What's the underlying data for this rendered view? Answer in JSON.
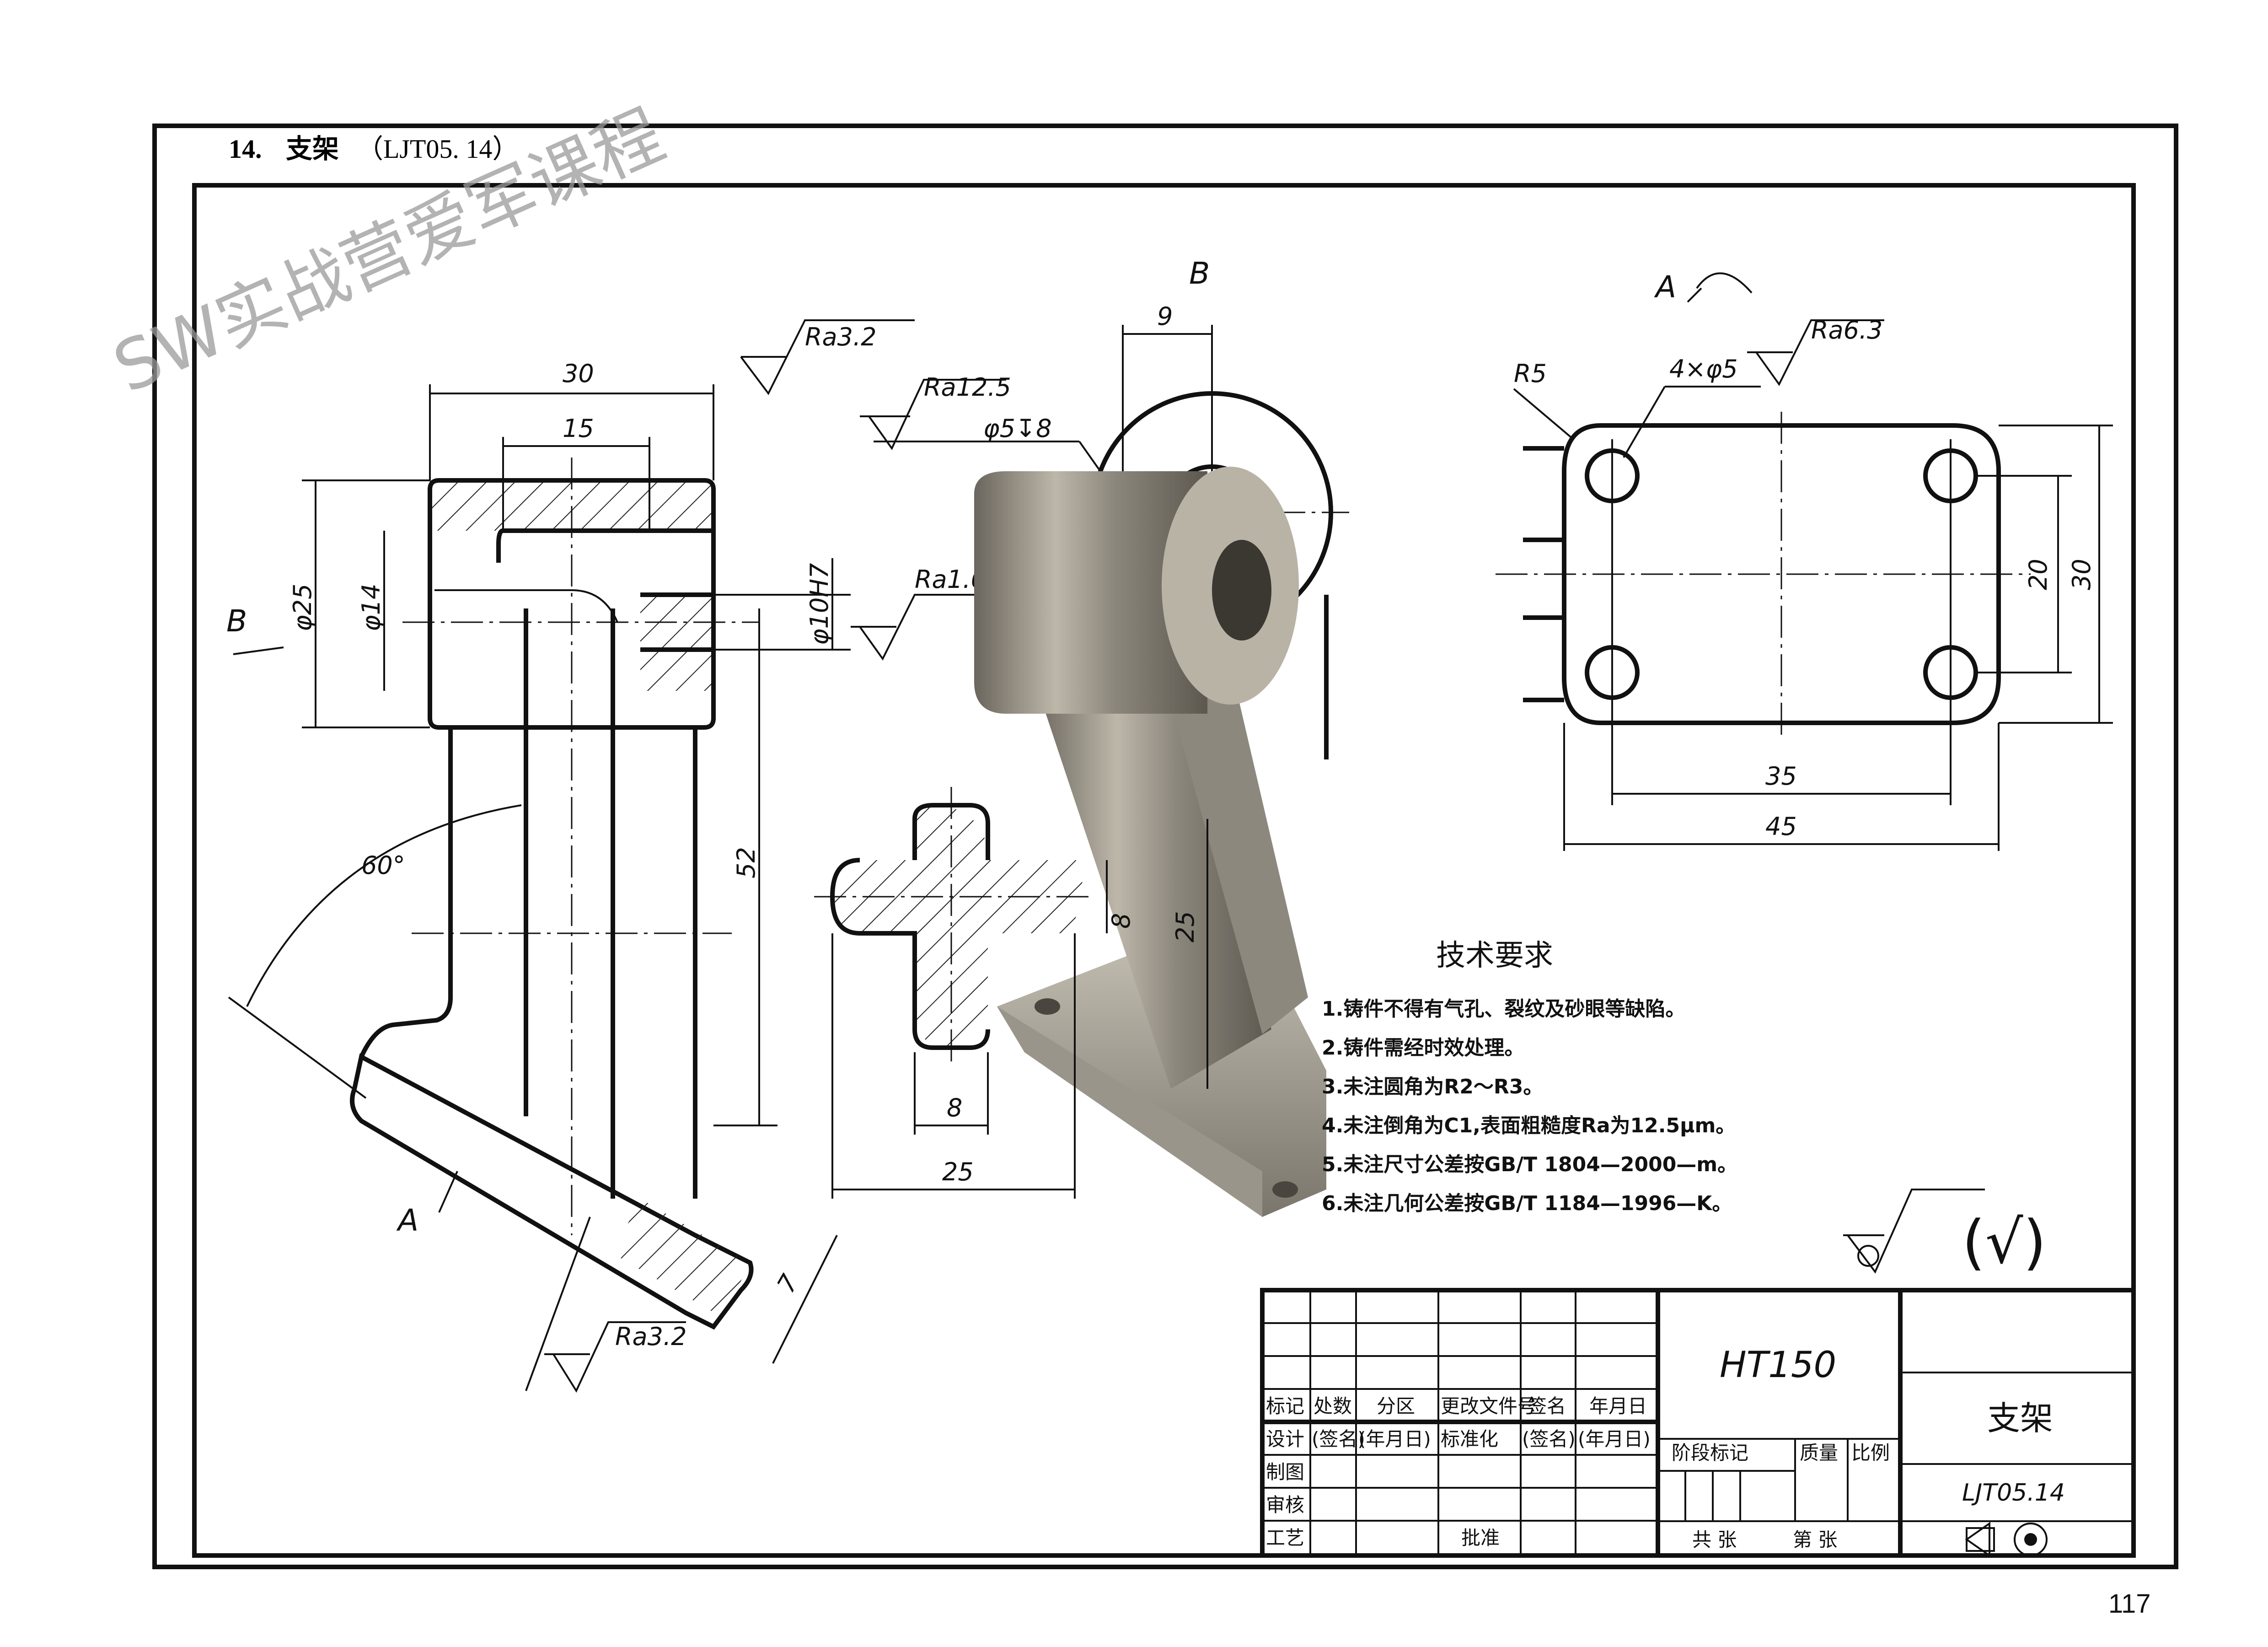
{
  "header": {
    "number": "14.",
    "title": "支架",
    "code": "（LJT05. 14）"
  },
  "watermark": "SW实战营爱军课程",
  "page_number": "117",
  "front_view": {
    "dims": {
      "width_30": "30",
      "width_15": "15",
      "dia_25": "φ25",
      "dia_14": "φ14",
      "bore": "φ10H7",
      "height_52": "52",
      "angle": "60°",
      "thick_7": "7"
    },
    "roughness": {
      "top": "Ra3.2",
      "bore": "Ra1.6",
      "bottom": "Ra3.2"
    },
    "view_markers": {
      "b": "B",
      "a": "A"
    }
  },
  "middle_view": {
    "title": "B",
    "dim_9": "9",
    "hole_note": "φ5↧8",
    "roughness": "Ra12.5",
    "dim_8": "8",
    "dim_25v": "25",
    "dim_8b": "8",
    "dim_25h": "25"
  },
  "right_view": {
    "title": "A",
    "roughness": "Ra6.3",
    "radius": "R5",
    "holes": "4×φ5",
    "dim_20": "20",
    "dim_30": "30",
    "dim_35": "35",
    "dim_45": "45"
  },
  "tech_requirements": {
    "title": "技术要求",
    "items": [
      "1.铸件不得有气孔、裂纹及砂眼等缺陷。",
      "2.铸件需经时效处理。",
      "3.未注圆角为R2～R3。",
      "4.未注倒角为C1,表面粗糙度Ra为12.5μm。",
      "5.未注尺寸公差按GB/T 1804—2000—m。",
      "6.未注几何公差按GB/T 1184—1996—K。"
    ]
  },
  "general_roughness": "(√)",
  "title_block": {
    "material": "HT150",
    "part_name": "支架",
    "drawing_no": "LJT05.14",
    "row_header": [
      "标记",
      "处数",
      "分区",
      "更改文件号",
      "签名",
      "年月日"
    ],
    "row_design": [
      "设计",
      "(签名)",
      "(年月日)",
      "标准化",
      "(签名)",
      "(年月日)"
    ],
    "row_labels": [
      "制图",
      "审核",
      "工艺"
    ],
    "approve": "批准",
    "stage": "阶段标记",
    "mass": "质量",
    "scale": "比例",
    "total": "共  张",
    "sheet": "第  张"
  }
}
